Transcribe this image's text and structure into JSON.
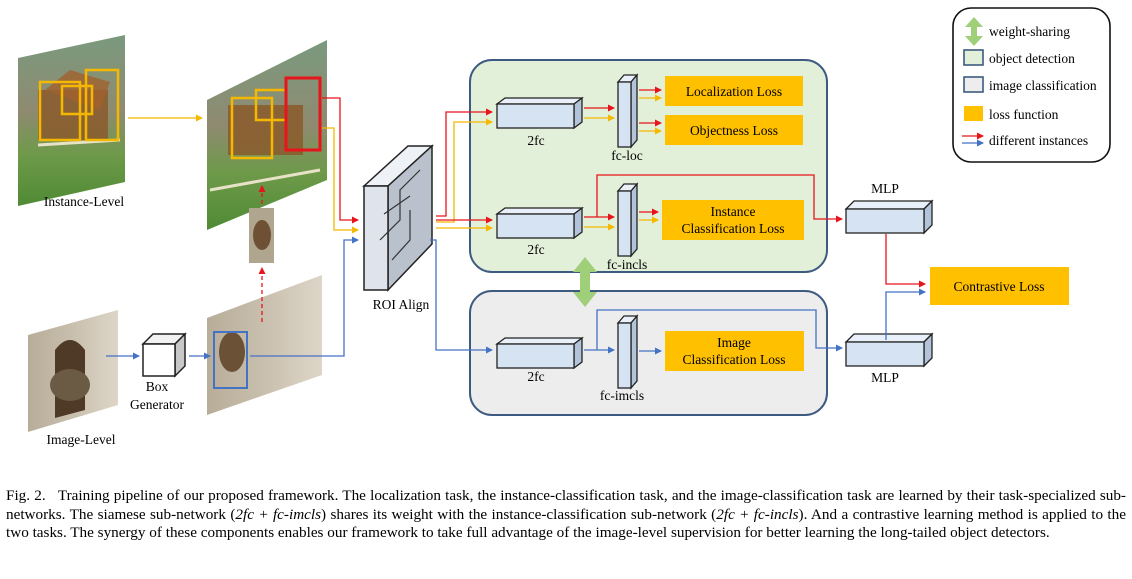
{
  "labels": {
    "instance_level": "Instance-Level",
    "image_level": "Image-Level",
    "box_generator_line1": "Box",
    "box_generator_line2": "Generator",
    "roi_align": "ROI Align",
    "twofc_loc": "2fc",
    "twofc_incls": "2fc",
    "twofc_imcls": "2fc",
    "fc_loc": "fc-loc",
    "fc_incls": "fc-incls",
    "fc_imcls": "fc-imcls",
    "mlp_top": "MLP",
    "mlp_bottom": "MLP"
  },
  "losses": {
    "localization": "Localization Loss",
    "objectness": "Objectness Loss",
    "instance_line1": "Instance",
    "instance_line2": "Classification Loss",
    "image_line1": "Image",
    "image_line2": "Classification Loss",
    "contrastive": "Contrastive Loss"
  },
  "legend": {
    "items": [
      {
        "icon": "weight-sharing-arrow-icon",
        "label": "weight-sharing"
      },
      {
        "icon": "object-detection-box-icon",
        "label": "object detection"
      },
      {
        "icon": "image-classification-box-icon",
        "label": "image classification"
      },
      {
        "icon": "loss-function-box-icon",
        "label": "loss function"
      },
      {
        "icon": "instance-arrows-icon",
        "label": "different instances"
      }
    ]
  },
  "caption": {
    "fig": "Fig. 2.",
    "part1": "Training pipeline of our proposed framework. The localization task, the instance-classification task, and the image-classification task are learned by their task-specialized sub-networks. The siamese sub-network (",
    "italic1": "2fc + fc-imcls",
    "part2": ") shares its weight with the instance-classification sub-network (",
    "italic2": "2fc + fc-incls",
    "part3": "). And a contrastive learning method is applied to the two tasks. The synergy of these components enables our framework to take full advantage of the image-level supervision for better learning the long-tailed object detectors."
  },
  "colors": {
    "detection_fill": "#e2efd9",
    "classification_fill": "#ededed",
    "box_border": "#3d5a80",
    "loss_fill": "#ffc000",
    "instance_red": "#e8141b",
    "instance_yellow": "#f5b800",
    "flow_blue": "#4472c4",
    "share_green": "#9fcf79",
    "block_fill": "#d6e3f3"
  }
}
